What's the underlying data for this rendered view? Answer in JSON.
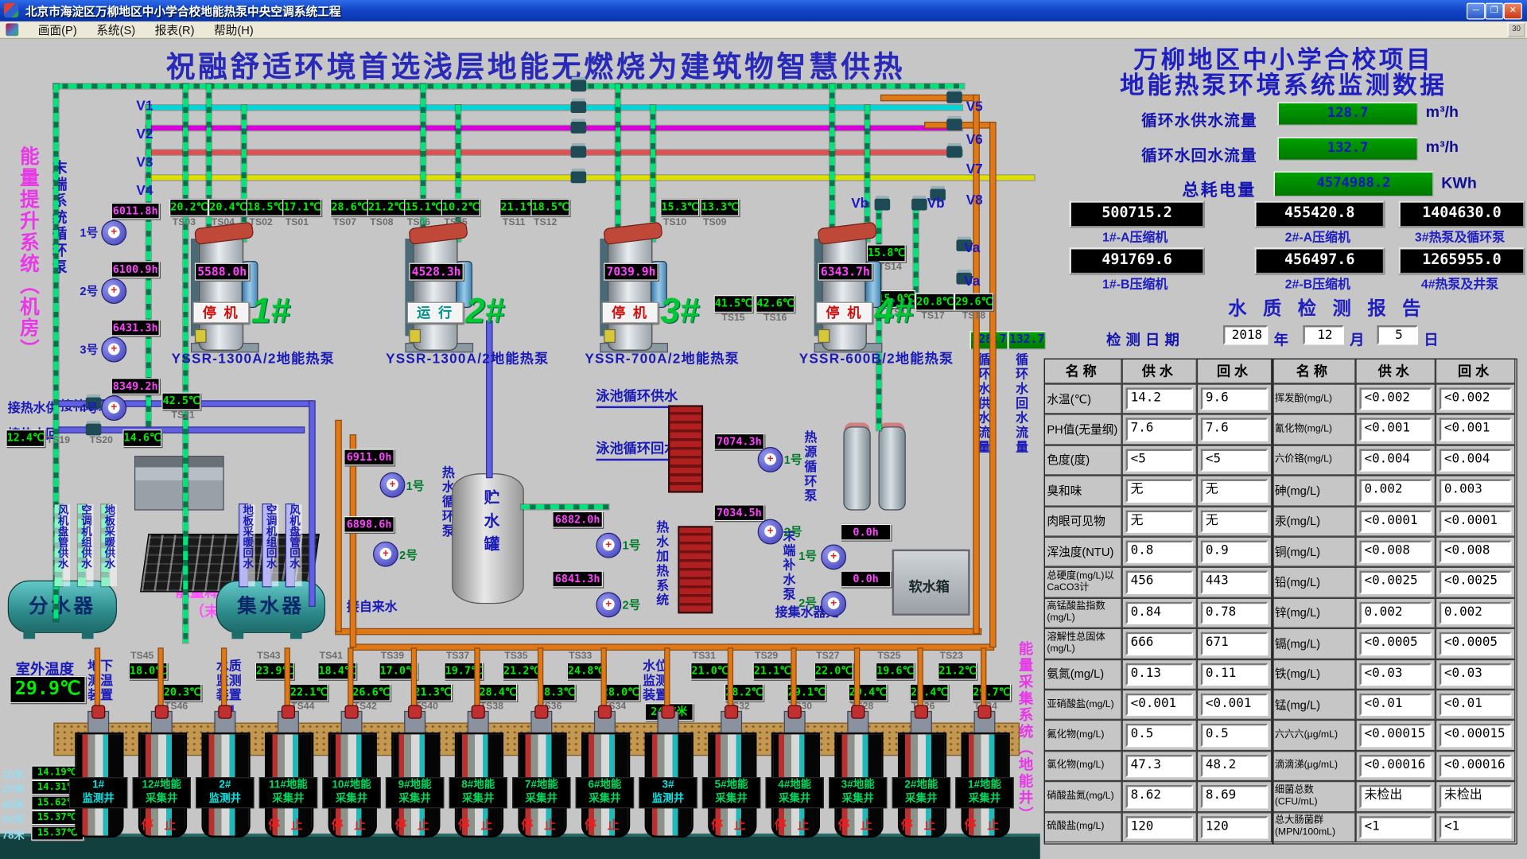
{
  "window": {
    "title": "北京市海淀区万柳地区中小学合校地能热泵中央空调系统工程",
    "menu": [
      "画面(P)",
      "系统(S)",
      "报表(R)",
      "帮助(H)"
    ],
    "buttons": [
      "─",
      "❐",
      "✕"
    ],
    "corner_badge": "30"
  },
  "banner": "祝融舒适环境首选浅层地能无燃烧为建筑物智慧供热",
  "left": {
    "energy_lift_system": "能量提升系统（机房）",
    "end_circulation": "末端系统循环泵",
    "end_pumps": [
      {
        "name": "1号",
        "hours": "6011.8h"
      },
      {
        "name": "2号",
        "hours": "6100.9h"
      },
      {
        "name": "3号",
        "hours": "6431.3h"
      },
      {
        "name": "4号",
        "hours": "8349.2h"
      }
    ],
    "makeup_point": "接补水泵处"
  },
  "valves": {
    "left": [
      "V1",
      "V2",
      "V3",
      "V4"
    ],
    "right": [
      "V5",
      "V6",
      "V7",
      "V8"
    ],
    "extra": [
      "Vb",
      "Vb",
      "Va",
      "Va"
    ]
  },
  "top_sensors": [
    {
      "id": "TS03",
      "value": "20.2℃"
    },
    {
      "id": "TS04",
      "value": "20.4℃"
    },
    {
      "id": "TS02",
      "value": "18.5℃"
    },
    {
      "id": "TS01",
      "value": "17.1℃"
    },
    {
      "id": "TS07",
      "value": "28.6℃"
    },
    {
      "id": "TS08",
      "value": "21.2℃"
    },
    {
      "id": "TS06",
      "value": "15.1℃"
    },
    {
      "id": "TS05",
      "value": "10.2℃"
    },
    {
      "id": "TS11",
      "value": "21.1℃"
    },
    {
      "id": "TS12",
      "value": "18.5℃"
    },
    {
      "id": "TS10",
      "value": "15.3℃"
    },
    {
      "id": "TS09",
      "value": "13.3℃"
    }
  ],
  "mid_sensors": [
    {
      "id": "TS14",
      "value": "15.8℃"
    },
    {
      "id": "TS13",
      "value": "15.0℃"
    },
    {
      "id": "TS15",
      "value": "41.5℃"
    },
    {
      "id": "TS16",
      "value": "42.6℃"
    },
    {
      "id": "TS17",
      "value": "20.8℃"
    },
    {
      "id": "TS18",
      "value": "29.6℃"
    },
    {
      "id": "TS21",
      "value": "42.5℃"
    },
    {
      "id": "TS19",
      "value": "12.4℃"
    },
    {
      "id": "TS20",
      "value": "14.6℃"
    }
  ],
  "units": [
    {
      "num": "1#",
      "hours": "5588.0h",
      "status": "停 机",
      "status_color": "#CC1010",
      "model": "YSSR-1300A/2地能热泵"
    },
    {
      "num": "2#",
      "hours": "4528.3h",
      "status": "运 行",
      "status_color": "#009090",
      "model": "YSSR-1300A/2地能热泵"
    },
    {
      "num": "3#",
      "hours": "7039.9h",
      "status": "停 机",
      "status_color": "#CC1010",
      "model": "YSSR-700A/2地能热泵"
    },
    {
      "num": "4#",
      "hours": "6343.7h",
      "status": "停 机",
      "status_color": "#CC1010",
      "model": "YSSR-600B/2地能热泵"
    }
  ],
  "flow_meters": {
    "supply": {
      "label": "循环水供水流量",
      "value": "128.7"
    },
    "return": {
      "label": "循环水回水流量",
      "value": "132.7"
    }
  },
  "middle": {
    "hot_supply": "接热水供",
    "hot_return": "接热水回",
    "tap_water": "接自来水",
    "to_collector": "接集水器处",
    "pool_supply": "泳池循环供水",
    "pool_return": "泳池循环回水",
    "storage_tank": "贮水罐",
    "soft_tank": "软水箱",
    "distributor": "分水器",
    "collector": "集水器",
    "release_line1": "能量释放系统",
    "release_line2": "（末端）",
    "hw_circ_pumps": "热水循环泵",
    "hw_heating_system": "热水加热系统",
    "heat_source_pumps": "热源循环泵",
    "end_makeup_pumps": "末端补水泵",
    "pumps": [
      {
        "name": "1号",
        "hours": "6911.0h"
      },
      {
        "name": "2号",
        "hours": "6898.6h"
      },
      {
        "name": "1号",
        "hours": "6882.0h"
      },
      {
        "name": "2号",
        "hours": "6841.3h"
      },
      {
        "name": "1号",
        "hours": "7074.3h"
      },
      {
        "name": "2号",
        "hours": "7034.5h"
      },
      {
        "name": "1号",
        "hours": "0.0h"
      },
      {
        "name": "2号",
        "hours": "0.0h"
      }
    ],
    "supply_pipe_labels": [
      "风机盘管供水",
      "空调机组供水",
      "地板采暖供水"
    ],
    "return_pipe_labels": [
      "地板采暖回水",
      "空调机组回水",
      "风机盘管回水"
    ]
  },
  "bottom": {
    "outdoor_label": "室外温度",
    "outdoor_value": "29.9℃",
    "underground_label": "地下测温装置",
    "depth_temps": [
      {
        "depth": "10米",
        "value": "14.19℃"
      },
      {
        "depth": "20米",
        "value": "14.31℃"
      },
      {
        "depth": "40米",
        "value": "15.62℃"
      },
      {
        "depth": "60米",
        "value": "15.37℃"
      },
      {
        "depth": "78米",
        "value": "15.37℃"
      }
    ],
    "wq_device": "水质监测装置",
    "wl_device": "水位监测装置",
    "energy_collect": "能量采集系统（地能井）",
    "well_depth_display": "24.7米",
    "sensors_top": [
      {
        "id": "TS45",
        "value": "18.0℃"
      },
      {
        "id": "TS43",
        "value": "23.9℃"
      },
      {
        "id": "TS41",
        "value": "18.4℃"
      },
      {
        "id": "TS39",
        "value": "17.0℃"
      },
      {
        "id": "TS37",
        "value": "19.7℃"
      },
      {
        "id": "TS35",
        "value": "21.2℃"
      },
      {
        "id": "TS33",
        "value": "24.8℃"
      },
      {
        "id": "TS31",
        "value": "21.0℃"
      },
      {
        "id": "TS29",
        "value": "21.1℃"
      },
      {
        "id": "TS27",
        "value": "22.0℃"
      },
      {
        "id": "TS25",
        "value": "19.6℃"
      },
      {
        "id": "TS23",
        "value": "21.2℃"
      }
    ],
    "sensors_bottom": [
      {
        "id": "TS46",
        "value": "20.3℃"
      },
      {
        "id": "TS44",
        "value": "22.1℃"
      },
      {
        "id": "TS42",
        "value": "26.6℃"
      },
      {
        "id": "TS40",
        "value": "21.3℃"
      },
      {
        "id": "TS38",
        "value": "28.4℃"
      },
      {
        "id": "TS36",
        "value": "28.3℃"
      },
      {
        "id": "TS34",
        "value": "28.0℃"
      },
      {
        "id": "TS32",
        "value": "28.2℃"
      },
      {
        "id": "TS30",
        "value": "29.1℃"
      },
      {
        "id": "TS28",
        "value": "29.4℃"
      },
      {
        "id": "TS26",
        "value": "29.4℃"
      },
      {
        "id": "TS24",
        "value": "29.7℃"
      }
    ],
    "wells": [
      {
        "label": "1#\n监测井",
        "monitor": true,
        "stopped": false
      },
      {
        "label": "12#地能\n采集井",
        "monitor": false,
        "stopped": true
      },
      {
        "label": "2#\n监测井",
        "monitor": true,
        "stopped": false
      },
      {
        "label": "11#地能\n采集井",
        "monitor": false,
        "stopped": true
      },
      {
        "label": "10#地能\n采集井",
        "monitor": false,
        "stopped": true
      },
      {
        "label": "9#地能\n采集井",
        "monitor": false,
        "stopped": true
      },
      {
        "label": "8#地能\n采集井",
        "monitor": false,
        "stopped": true
      },
      {
        "label": "7#地能\n采集井",
        "monitor": false,
        "stopped": true
      },
      {
        "label": "6#地能\n采集井",
        "monitor": false,
        "stopped": true
      },
      {
        "label": "3#\n监测井",
        "monitor": true,
        "stopped": false
      },
      {
        "label": "5#地能\n采集井",
        "monitor": false,
        "stopped": true
      },
      {
        "label": "4#地能\n采集井",
        "monitor": false,
        "stopped": true
      },
      {
        "label": "3#地能\n采集井",
        "monitor": false,
        "stopped": true
      },
      {
        "label": "2#地能\n采集井",
        "monitor": false,
        "stopped": true
      },
      {
        "label": "1#地能\n采集井",
        "monitor": false,
        "stopped": true
      }
    ],
    "stop_label": "停 止"
  },
  "panel": {
    "title1": "万柳地区中小学合校项目",
    "title2": "地能热泵环境系统监测数据",
    "flow_supply_label": "循环水供水流量",
    "flow_supply_value": "128.7",
    "flow_return_label": "循环水回水流量",
    "flow_return_value": "132.7",
    "flow_unit": "m³/h",
    "energy_label": "总耗电量",
    "energy_value": "4574988.2",
    "energy_unit": "KWh",
    "meters": [
      {
        "value": "500715.2",
        "label": "1#-A压缩机"
      },
      {
        "value": "455420.8",
        "label": "2#-A压缩机"
      },
      {
        "value": "1404630.0",
        "label": "3#热泵及循环泵"
      },
      {
        "value": "491769.6",
        "label": "1#-B压缩机"
      },
      {
        "value": "456497.6",
        "label": "2#-B压缩机"
      },
      {
        "value": "1265955.0",
        "label": "4#热泵及井泵"
      }
    ],
    "report_title": "水 质 检 测 报 告",
    "date": {
      "label": "检测日期",
      "year": "2018",
      "year_unit": "年",
      "month": "12",
      "month_unit": "月",
      "day": "5",
      "day_unit": "日"
    },
    "table_headers": [
      "名称",
      "供水",
      "回水"
    ],
    "table_left": [
      {
        "name": "水温(℃)",
        "supply": "14.2",
        "return": "9.6"
      },
      {
        "name": "PH值(无量纲)",
        "supply": "7.6",
        "return": "7.6"
      },
      {
        "name": "色度(度)",
        "supply": "<5",
        "return": "<5"
      },
      {
        "name": "臭和味",
        "supply": "无",
        "return": "无"
      },
      {
        "name": "肉眼可见物",
        "supply": "无",
        "return": "无"
      },
      {
        "name": "浑浊度(NTU)",
        "supply": "0.8",
        "return": "0.9"
      },
      {
        "name": "总硬度(mg/L)以CaCO3计",
        "supply": "456",
        "return": "443"
      },
      {
        "name": "高锰酸盐指数(mg/L)",
        "supply": "0.84",
        "return": "0.78"
      },
      {
        "name": "溶解性总固体(mg/L)",
        "supply": "666",
        "return": "671"
      },
      {
        "name": "氨氮(mg/L)",
        "supply": "0.13",
        "return": "0.11"
      },
      {
        "name": "亚硝酸盐(mg/L)",
        "supply": "<0.001",
        "return": "<0.001"
      },
      {
        "name": "氟化物(mg/L)",
        "supply": "0.5",
        "return": "0.5"
      },
      {
        "name": "氯化物(mg/L)",
        "supply": "47.3",
        "return": "48.2"
      },
      {
        "name": "硝酸盐氮(mg/L)",
        "supply": "8.62",
        "return": "8.69"
      },
      {
        "name": "硫酸盐(mg/L)",
        "supply": "120",
        "return": "120"
      }
    ],
    "table_right": [
      {
        "name": "挥发酚(mg/L)",
        "supply": "<0.002",
        "return": "<0.002"
      },
      {
        "name": "氰化物(mg/L)",
        "supply": "<0.001",
        "return": "<0.001"
      },
      {
        "name": "六价铬(mg/L)",
        "supply": "<0.004",
        "return": "<0.004"
      },
      {
        "name": "砷(mg/L)",
        "supply": "0.002",
        "return": "0.003"
      },
      {
        "name": "汞(mg/L)",
        "supply": "<0.0001",
        "return": "<0.0001"
      },
      {
        "name": "铜(mg/L)",
        "supply": "<0.008",
        "return": "<0.008"
      },
      {
        "name": "铅(mg/L)",
        "supply": "<0.0025",
        "return": "<0.0025"
      },
      {
        "name": "锌(mg/L)",
        "supply": "0.002",
        "return": "0.002"
      },
      {
        "name": "镉(mg/L)",
        "supply": "<0.0005",
        "return": "<0.0005"
      },
      {
        "name": "铁(mg/L)",
        "supply": "<0.03",
        "return": "<0.03"
      },
      {
        "name": "锰(mg/L)",
        "supply": "<0.01",
        "return": "<0.01"
      },
      {
        "name": "六六六(μg/mL)",
        "supply": "<0.00015",
        "return": "<0.00015"
      },
      {
        "name": "滴滴涕(μg/mL)",
        "supply": "<0.00016",
        "return": "<0.00016"
      },
      {
        "name": "细菌总数(CFU/mL)",
        "supply": "未检出",
        "return": "未检出"
      },
      {
        "name": "总大肠菌群(MPN/100mL)",
        "supply": "<1",
        "return": "<1"
      }
    ]
  }
}
